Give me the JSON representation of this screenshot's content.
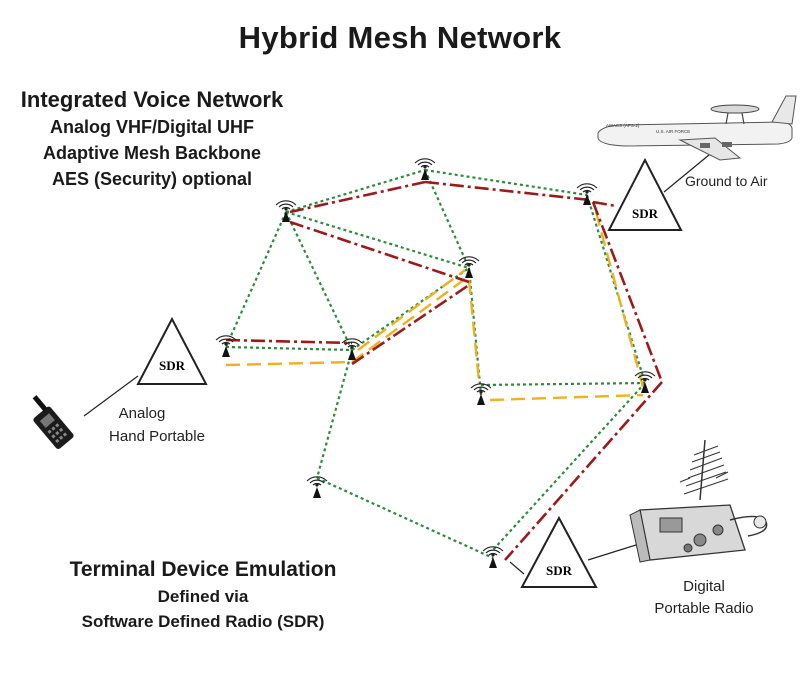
{
  "title": "Hybrid Mesh Network",
  "integrated": {
    "heading": "Integrated Voice Network",
    "lines": [
      "Analog VHF/Digital UHF",
      "Adaptive Mesh Backbone",
      "AES (Security) optional"
    ]
  },
  "terminal": {
    "heading": "Terminal Device Emulation",
    "lines": [
      "Defined via",
      "Software Defined Radio (SDR)"
    ]
  },
  "sdr_label": "SDR",
  "labels": {
    "ground_to_air": "Ground to Air",
    "analog": [
      "Analog",
      "Hand Portable"
    ],
    "digital": [
      "Digital",
      "Portable Radio"
    ]
  },
  "aircraft_text": [
    "AWACS (APS-2)",
    "U.S. AIR FORCE"
  ],
  "colors": {
    "green_link": "#2e8b3d",
    "red_link": "#9b1b1b",
    "orange_link": "#f0b020",
    "ink": "#1a1a1a"
  }
}
